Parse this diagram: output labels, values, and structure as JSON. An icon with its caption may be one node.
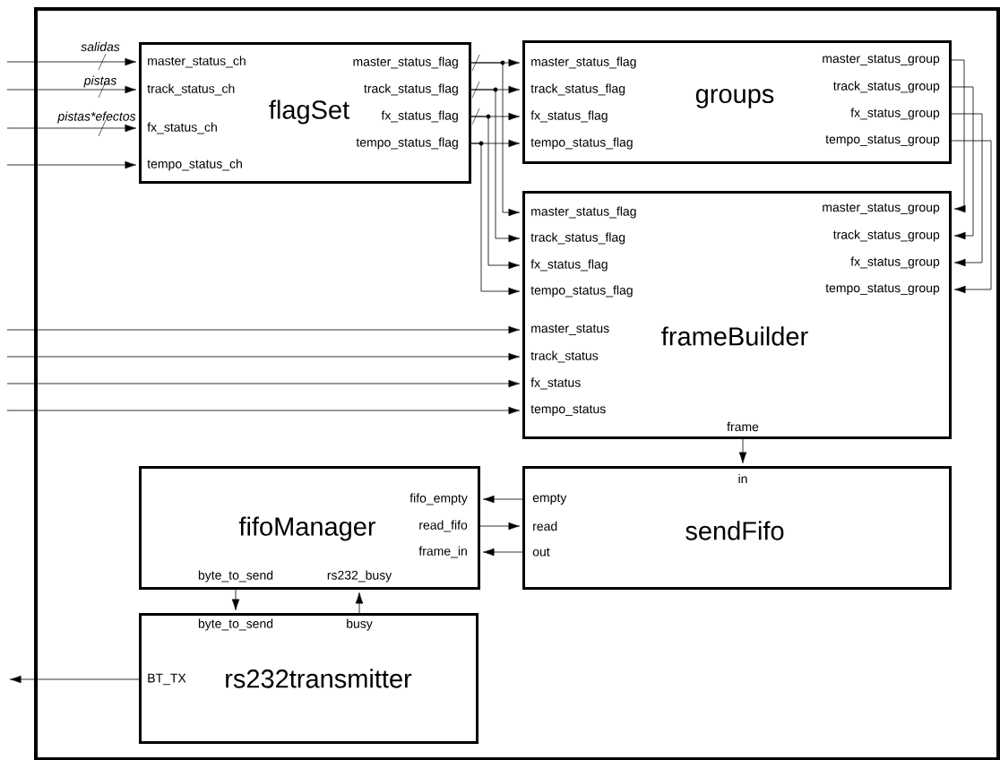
{
  "diagram": {
    "nodes": [
      {
        "text": [],
        "shape": "box"
      },
      {
        "text": [
          "flagSet",
          "master_status_ch",
          "track_status_ch",
          "fx_status_ch",
          "tempo_status_ch",
          "master_status_flag",
          "track_status_flag",
          "fx_status_flag",
          "tempo_status_flag"
        ],
        "in": 0
      },
      {
        "text": [
          "groups",
          "master_status_flag",
          "track_status_flag",
          "fx_status_flag",
          "tempo_status_flag",
          "master_status_group",
          "track_status_group",
          "fx_status_group",
          "tempo_status_group"
        ],
        "in": 0
      },
      {
        "text": [
          "frameBuilder",
          "master_status_flag",
          "track_status_flag",
          "fx_status_flag",
          "tempo_status_flag",
          "master_status_group",
          "track_status_group",
          "fx_status_group",
          "tempo_status_group",
          "master_status",
          "track_status",
          "fx_status",
          "tempo_status",
          "frame"
        ],
        "in": 0
      },
      {
        "text": [
          "fifoManager",
          "fifo_empty",
          "read_fifo",
          "frame_in",
          "byte_to_send",
          "rs232_busy"
        ],
        "in": 0
      },
      {
        "text": [
          "sendFifo",
          "in",
          "empty",
          "read",
          "out"
        ],
        "in": 0
      },
      {
        "text": [
          "rs232transmitter",
          "byte_to_send",
          "busy",
          "BT_TX"
        ],
        "in": 0
      }
    ],
    "edges": [
      {
        "from": null,
        "to": 1,
        "arrow": "to",
        "label": "salidas"
      },
      {
        "from": null,
        "to": 1,
        "arrow": "to",
        "label": "pistas"
      },
      {
        "from": null,
        "to": 1,
        "arrow": "to",
        "label": "pistas*efectos"
      },
      {
        "from": null,
        "to": 1,
        "arrow": "to"
      },
      {
        "from": 1,
        "to": 2,
        "arrow": "to"
      },
      {
        "from": 1,
        "to": 2,
        "arrow": "to"
      },
      {
        "from": 1,
        "to": 2,
        "arrow": "to"
      },
      {
        "from": 1,
        "to": 2,
        "arrow": "to"
      },
      {
        "from": 1,
        "to": 3,
        "arrow": "to"
      },
      {
        "from": 1,
        "to": 3,
        "arrow": "to"
      },
      {
        "from": 1,
        "to": 3,
        "arrow": "to"
      },
      {
        "from": 1,
        "to": 3,
        "arrow": "to"
      },
      {
        "from": 2,
        "to": 3,
        "arrow": "to"
      },
      {
        "from": 2,
        "to": 3,
        "arrow": "to"
      },
      {
        "from": 2,
        "to": 3,
        "arrow": "to"
      },
      {
        "from": 2,
        "to": 3,
        "arrow": "to"
      },
      {
        "from": null,
        "to": 3,
        "arrow": "to"
      },
      {
        "from": null,
        "to": 3,
        "arrow": "to"
      },
      {
        "from": null,
        "to": 3,
        "arrow": "to"
      },
      {
        "from": null,
        "to": 3,
        "arrow": "to"
      },
      {
        "from": 3,
        "to": 5,
        "arrow": "to"
      },
      {
        "from": 5,
        "to": 4,
        "arrow": "to"
      },
      {
        "from": 4,
        "to": 5,
        "arrow": "to"
      },
      {
        "from": 5,
        "to": 4,
        "arrow": "to"
      },
      {
        "from": 4,
        "to": 6,
        "arrow": "to"
      },
      {
        "from": 6,
        "to": 4,
        "arrow": "to"
      },
      {
        "from": 6,
        "to": null,
        "arrow": "to"
      }
    ]
  }
}
